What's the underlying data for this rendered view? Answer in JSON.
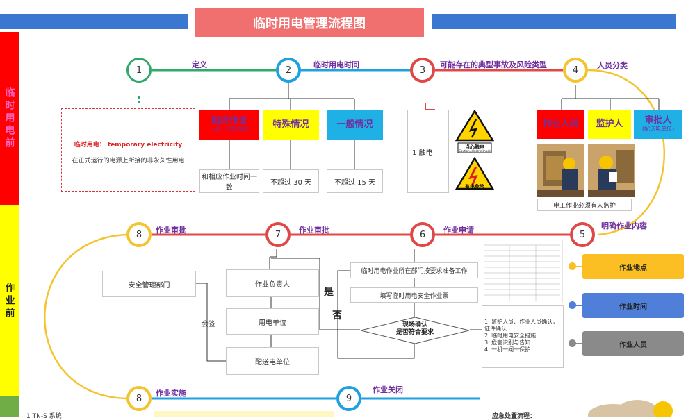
{
  "title": "临时用电管理流程图",
  "side": {
    "red_text": "临时用电前",
    "yellow_text": "作业前"
  },
  "steps": [
    {
      "num": "1",
      "label": "定义"
    },
    {
      "num": "2",
      "label": "临时用电时间"
    },
    {
      "num": "3",
      "label": "可能存在的典型事故及风险类型"
    },
    {
      "num": "4",
      "label": "人员分类"
    },
    {
      "num": "5",
      "label": "明确作业内容"
    },
    {
      "num": "6",
      "label": "作业申请"
    },
    {
      "num": "7",
      "label": "作业审批"
    },
    {
      "num": "8",
      "label": "作业审批"
    },
    {
      "num": "8",
      "label": "作业实施"
    },
    {
      "num": "9",
      "label": "作业关闭"
    }
  ],
  "definition": {
    "term": "临时用电： temporary electricity",
    "desc": "在正式运行的电源上所接的非永久性用电"
  },
  "time_boxes": [
    {
      "title": "相应作业",
      "sub": "一般、特殊情况",
      "result": "和相应作业时间一致",
      "color": "#ff0000",
      "text": "#7030a0"
    },
    {
      "title": "特殊情况",
      "sub": "",
      "result": "不超过  30 天",
      "color": "#ffff00",
      "text": "#7030a0"
    },
    {
      "title": "一般情况",
      "sub": "",
      "result": "不超过  15 天",
      "color": "#1fb1e6",
      "text": "#7030a0"
    }
  ],
  "risk": {
    "item": "1 触电",
    "sign1": "当心触电",
    "sign1_en": "Caution, electric shock",
    "sign2": "有电危险"
  },
  "people": [
    {
      "title": "作业人员",
      "sub": "",
      "color": "#ff0000"
    },
    {
      "title": "监护人",
      "sub": "",
      "color": "#ffff00"
    },
    {
      "title": "审批人",
      "sub": "(配送电单位)",
      "color": "#1fb1e6"
    }
  ],
  "people_caption": "电工作业必须有人监护",
  "approval": {
    "dept": "安全管理部门",
    "chain": [
      "作业负责人",
      "用电单位",
      "配送电单位"
    ],
    "countersign": "会签",
    "yes": "是",
    "no": "否"
  },
  "application": {
    "step1": "临时用电作业所在部门按要求准备工作",
    "step2": "填写临时用电安全作业票",
    "decision": "现场确认\n是否符合要求"
  },
  "checklist": [
    "1. 监护人员、作业人员确认，证件确认",
    "2. 临时用电安全措施",
    "3. 危害识别与告知",
    "4. 一机一闸一保护"
  ],
  "right_cards": [
    {
      "label": "作业地点",
      "color": "#fbbf24",
      "dot": "#fbbf24"
    },
    {
      "label": "作业时间",
      "color": "#4f7fd9",
      "dot": "#4f7fd9"
    },
    {
      "label": "作业人员",
      "color": "#8a8a8a",
      "dot": "#8a8a8a"
    }
  ],
  "bottom": {
    "left_text": "1 TN-S 系统",
    "right_text": "应急处置流程："
  }
}
